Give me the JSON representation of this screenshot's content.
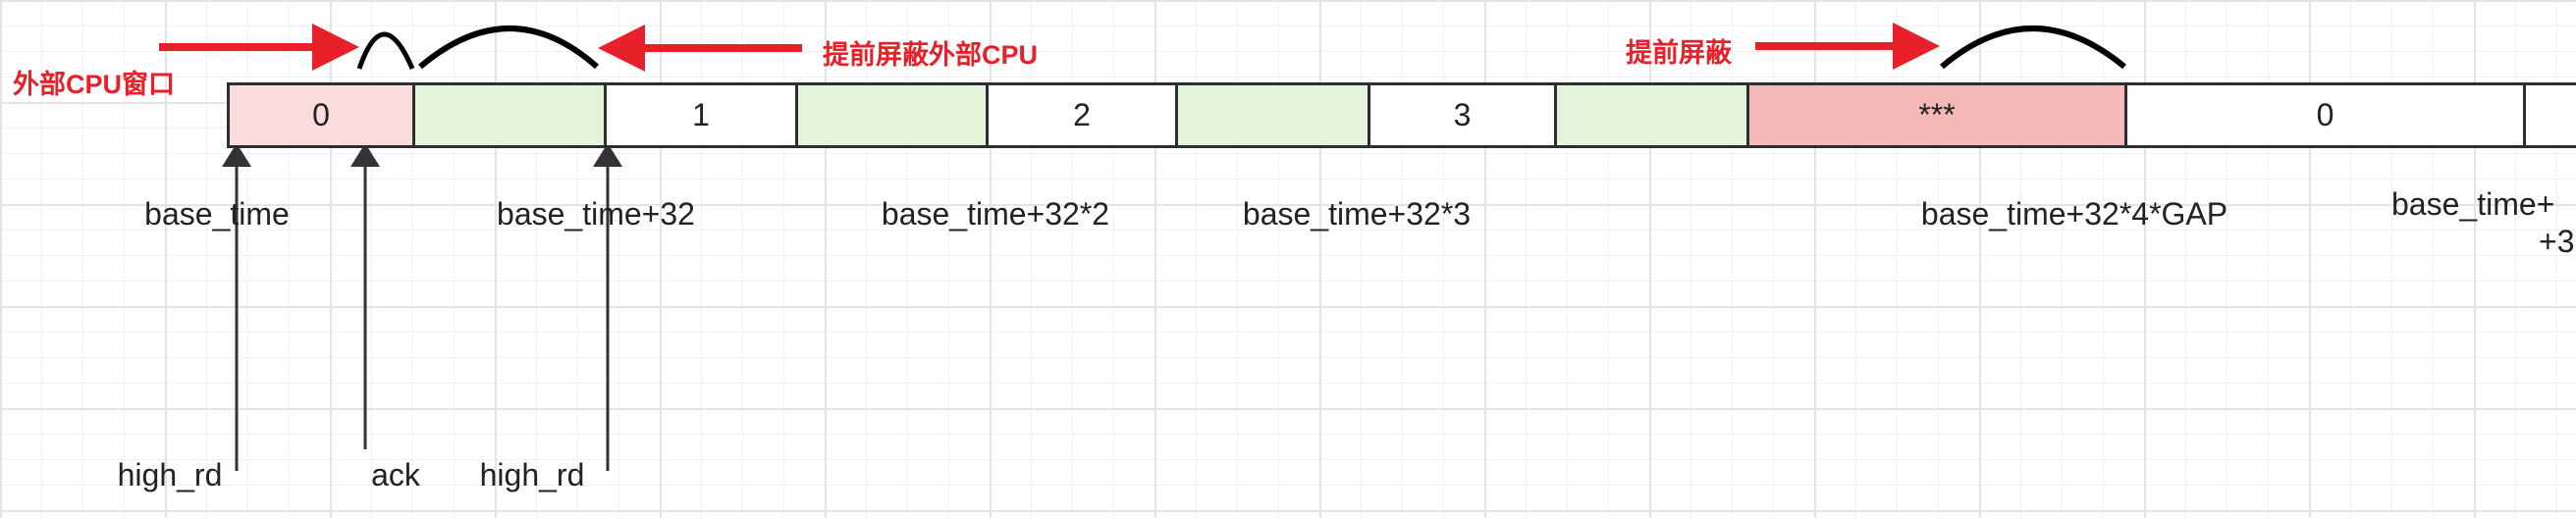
{
  "annotations": {
    "external_window": "外部CPU窗口",
    "mask_early_external": "提前屏蔽外部CPU",
    "mask_early": "提前屏蔽"
  },
  "cells": [
    {
      "label": "0",
      "color": "#f9dcdb"
    },
    {
      "label": "",
      "color": "#e3f4d8"
    },
    {
      "label": "1",
      "color": "#ffffff"
    },
    {
      "label": "",
      "color": "#e3f4d8"
    },
    {
      "label": "2",
      "color": "#ffffff"
    },
    {
      "label": "",
      "color": "#e3f4d8"
    },
    {
      "label": "3",
      "color": "#ffffff"
    },
    {
      "label": "",
      "color": "#e3f4d8"
    },
    {
      "label": "***",
      "color": "#f4b8b6"
    },
    {
      "label": "0",
      "color": "#ffffff"
    },
    {
      "label": "",
      "color": "#ffffff"
    }
  ],
  "time_labels": [
    "base_time",
    "base_time+32",
    "base_time+32*2",
    "base_time+32*3",
    "base_time+32*4*GAP",
    "base_time+",
    "+3"
  ],
  "pointer_labels": [
    "high_rd",
    "ack",
    "high_rd"
  ],
  "colors": {
    "arrow_red": "#e8202a",
    "border": "#2b2f33"
  }
}
